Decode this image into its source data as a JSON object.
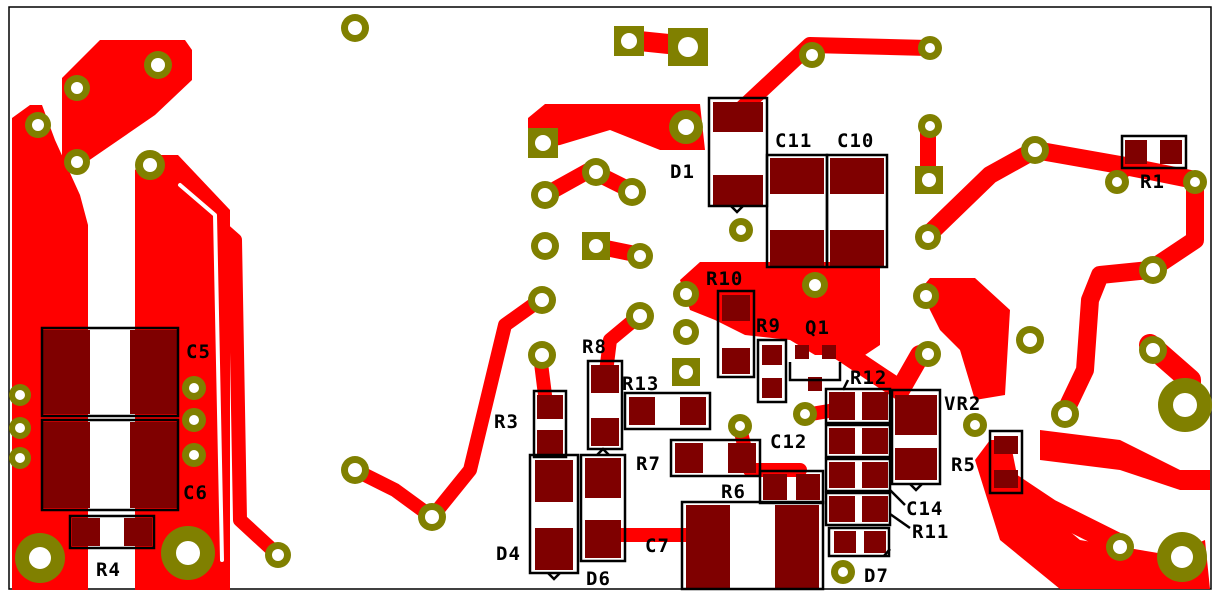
{
  "board": {
    "copper_color": "#ff0000",
    "pad_color": "#7f0000",
    "via_color": "#808000",
    "silk_color": "#000000",
    "background": "#ffffff"
  },
  "labels": {
    "C5": "C5",
    "C6": "C6",
    "R4": "R4",
    "D1": "D1",
    "C11": "C11",
    "C10": "C10",
    "R1": "R1",
    "R10": "R10",
    "R9": "R9",
    "Q1": "Q1",
    "R8": "R8",
    "R13": "R13",
    "R12": "R12",
    "VR2": "VR2",
    "R3": "R3",
    "C12": "C12",
    "R5": "R5",
    "R7": "R7",
    "R6": "R6",
    "C14": "C14",
    "R11": "R11",
    "C7": "C7",
    "D4": "D4",
    "D6": "D6",
    "D7": "D7"
  }
}
